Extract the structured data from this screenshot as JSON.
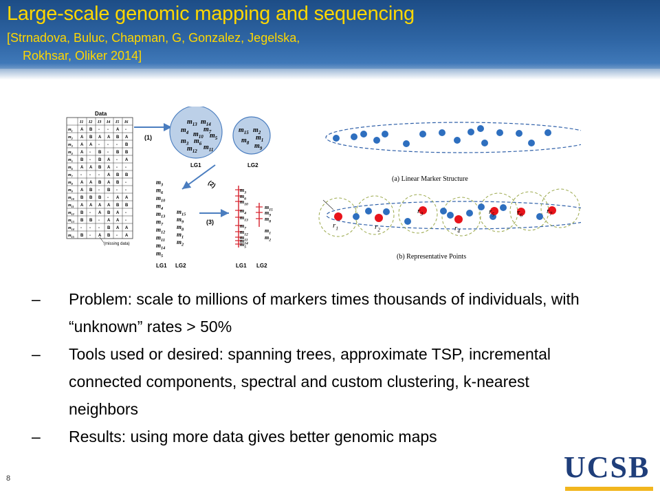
{
  "slide": {
    "title": "Large-scale genomic mapping and sequencing",
    "citation_line1": "[Strnadova, Buluc, Chapman, G, Gonzalez, Jegelska,",
    "citation_line2": "Rokhsar, Oliker 2014]",
    "page_number": "8"
  },
  "figure_left": {
    "data_title": "Data",
    "col_headers": [
      "I1",
      "I2",
      "I3",
      "I4",
      "I5",
      "I6"
    ],
    "rows": [
      {
        "m": "m1",
        "v": [
          "A",
          "B",
          "-",
          "-",
          "A",
          "-"
        ]
      },
      {
        "m": "m2",
        "v": [
          "A",
          "B",
          "A",
          "A",
          "B",
          "A"
        ]
      },
      {
        "m": "m3",
        "v": [
          "A",
          "A",
          "-",
          "-",
          "-",
          "B"
        ]
      },
      {
        "m": "m4",
        "v": [
          "A",
          "-",
          "B",
          "-",
          "B",
          "B"
        ]
      },
      {
        "m": "m5",
        "v": [
          "B",
          "-",
          "B",
          "A",
          "-",
          "A"
        ]
      },
      {
        "m": "m6",
        "v": [
          "A",
          "A",
          "B",
          "A",
          "-",
          "-"
        ]
      },
      {
        "m": "m7",
        "v": [
          "-",
          "-",
          "-",
          "A",
          "B",
          "B"
        ]
      },
      {
        "m": "m8",
        "v": [
          "A",
          "A",
          "B",
          "A",
          "B",
          "-"
        ]
      },
      {
        "m": "m9",
        "v": [
          "A",
          "B",
          "-",
          "B",
          "-",
          "-"
        ]
      },
      {
        "m": "m10",
        "v": [
          "B",
          "B",
          "B",
          "-",
          "A",
          "A"
        ]
      },
      {
        "m": "m11",
        "v": [
          "A",
          "A",
          "A",
          "A",
          "B",
          "B"
        ]
      },
      {
        "m": "m12",
        "v": [
          "B",
          "-",
          "A",
          "B",
          "A",
          "-"
        ]
      },
      {
        "m": "m13",
        "v": [
          "B",
          "B",
          "-",
          "A",
          "A",
          "-"
        ]
      },
      {
        "m": "m14",
        "v": [
          "-",
          "-",
          "-",
          "B",
          "A",
          "A"
        ]
      },
      {
        "m": "m15",
        "v": [
          "B",
          "-",
          "A",
          "B",
          "-",
          "A"
        ]
      }
    ],
    "missing_label": "(missing data)",
    "step1": "(1)",
    "step2": "(2)",
    "step3": "(3)",
    "lg1_label": "LG1",
    "lg2_label": "LG2",
    "lg1_cluster": [
      "m13",
      "m14",
      "m4",
      "m7",
      "m10",
      "m5",
      "m3",
      "m6",
      "m12",
      "m11"
    ],
    "lg2_cluster": [
      "m15",
      "m2",
      "m8",
      "m1",
      "m9"
    ],
    "lg1_order": [
      "m3",
      "m6",
      "m10",
      "m4",
      "m13",
      "m7",
      "m12",
      "m11",
      "m14",
      "m5"
    ],
    "lg2_order": [
      "m15",
      "m9",
      "m8",
      "m1",
      "m2"
    ]
  },
  "figure_right": {
    "caption_a": "(a)  Linear Marker Structure",
    "caption_b": "(b)  Representative Points",
    "rep_labels": [
      "r1",
      "r2",
      "r3",
      "r4",
      "r5",
      "r6",
      "r7"
    ],
    "point_color": "#2e6fbf",
    "rep_color": "#e8141b"
  },
  "bullets": [
    "Problem:  scale to millions of markers times thousands of individuals, with “unknown” rates > 50%",
    "Tools used or desired:  spanning trees, approximate TSP, incremental connected components, spectral and custom clustering, k-nearest neighbors",
    "Results: using more data gives better genomic maps"
  ],
  "logo": {
    "text": "UCSB",
    "color": "#1f3e7a",
    "accent": "#f2b61e"
  }
}
